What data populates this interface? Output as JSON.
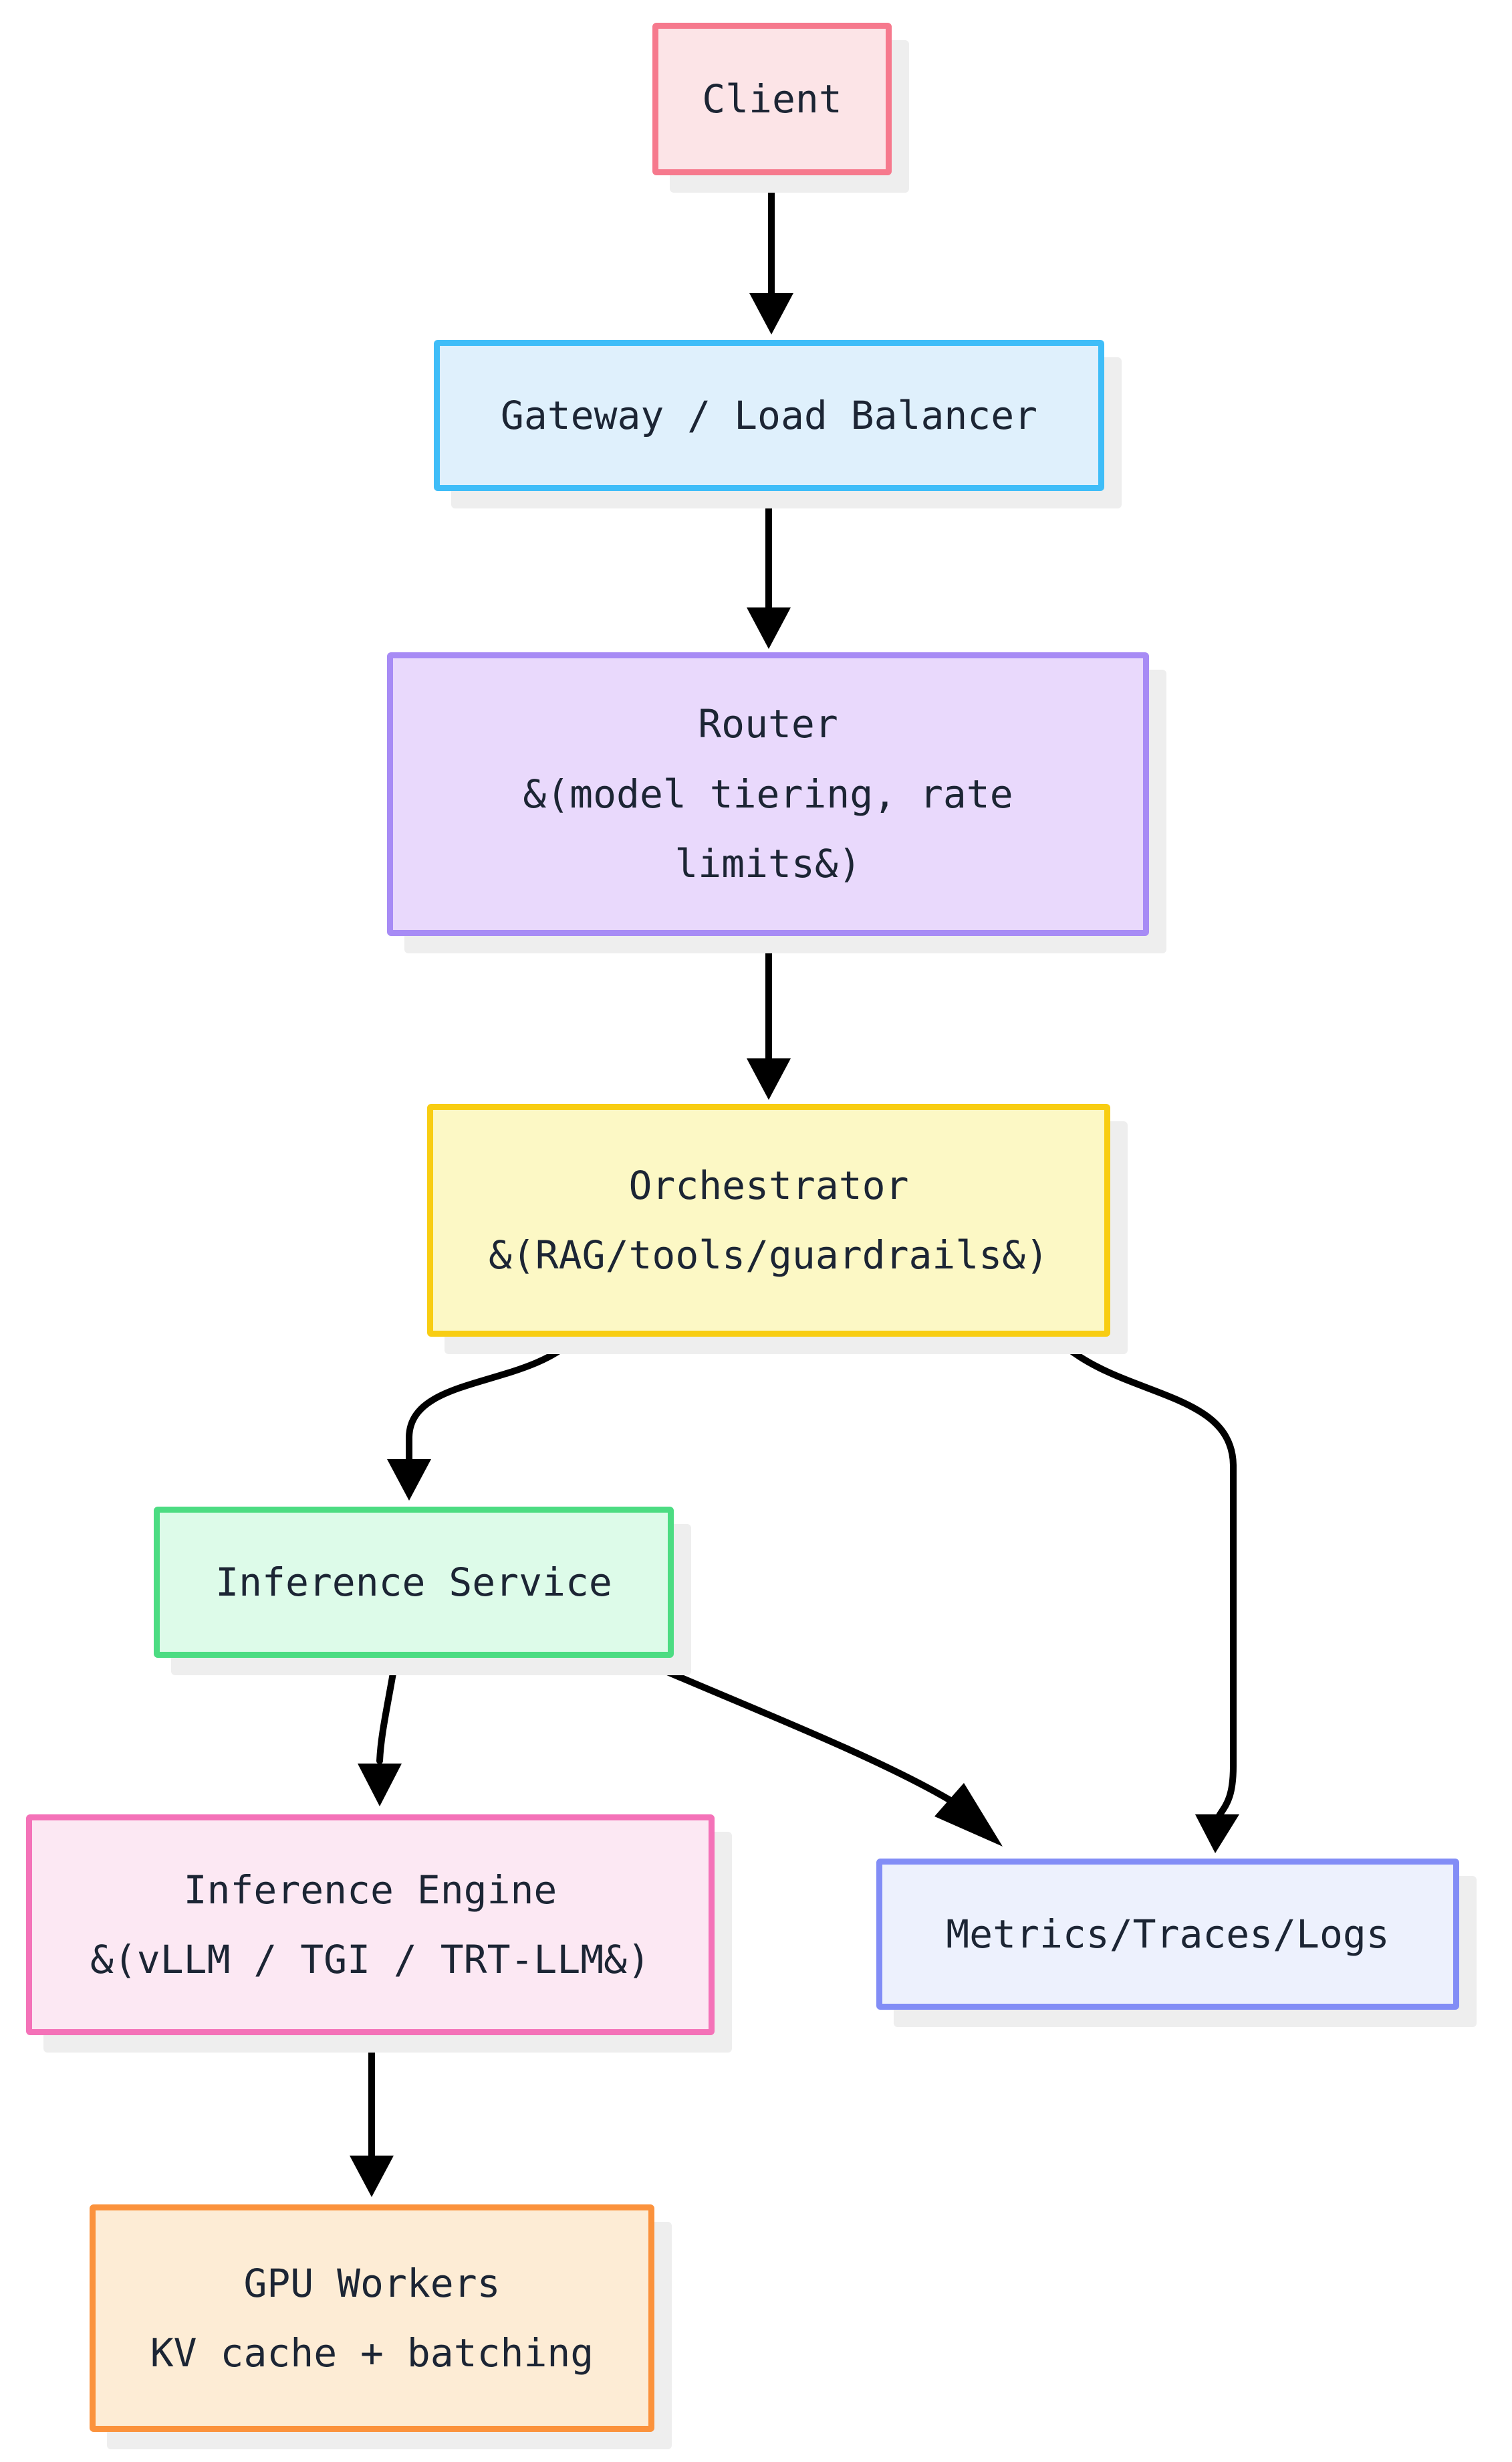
{
  "diagram": {
    "background_color": "#ffffff",
    "edge_color": "#000000",
    "text_color": "#1c2534",
    "shadow_color": "#eeeeee",
    "nodes": {
      "client": {
        "lines": [
          "Client"
        ],
        "fill": "#fce4e7",
        "border": "#f6798d"
      },
      "gateway": {
        "lines": [
          "Gateway / Load Balancer"
        ],
        "fill": "#dff0fc",
        "border": "#3fbdf8"
      },
      "router": {
        "lines": [
          "Router",
          "&(model tiering, rate limits&)"
        ],
        "fill": "#e9d9fc",
        "border": "#a78bf5"
      },
      "orchestrator": {
        "lines": [
          "Orchestrator",
          "&(RAG/tools/guardrails&)"
        ],
        "fill": "#fcf8c5",
        "border": "#f8cd12"
      },
      "inference_service": {
        "lines": [
          "Inference Service"
        ],
        "fill": "#ddfbe9",
        "border": "#4cdc82"
      },
      "inference_engine": {
        "lines": [
          "Inference Engine",
          "&(vLLM / TGI / TRT-LLM&)"
        ],
        "fill": "#fce8f3",
        "border": "#f472b8"
      },
      "metrics": {
        "lines": [
          "Metrics/Traces/Logs"
        ],
        "fill": "#edf1fd",
        "border": "#828df6"
      },
      "gpu_workers": {
        "lines": [
          "GPU Workers",
          "KV cache + batching"
        ],
        "fill": "#fdecd5",
        "border": "#fb923c"
      }
    },
    "edges": [
      {
        "from": "client",
        "to": "gateway"
      },
      {
        "from": "gateway",
        "to": "router"
      },
      {
        "from": "router",
        "to": "orchestrator"
      },
      {
        "from": "orchestrator",
        "to": "inference_service"
      },
      {
        "from": "orchestrator",
        "to": "metrics"
      },
      {
        "from": "inference_service",
        "to": "inference_engine"
      },
      {
        "from": "inference_service",
        "to": "metrics"
      },
      {
        "from": "inference_engine",
        "to": "gpu_workers"
      }
    ]
  }
}
